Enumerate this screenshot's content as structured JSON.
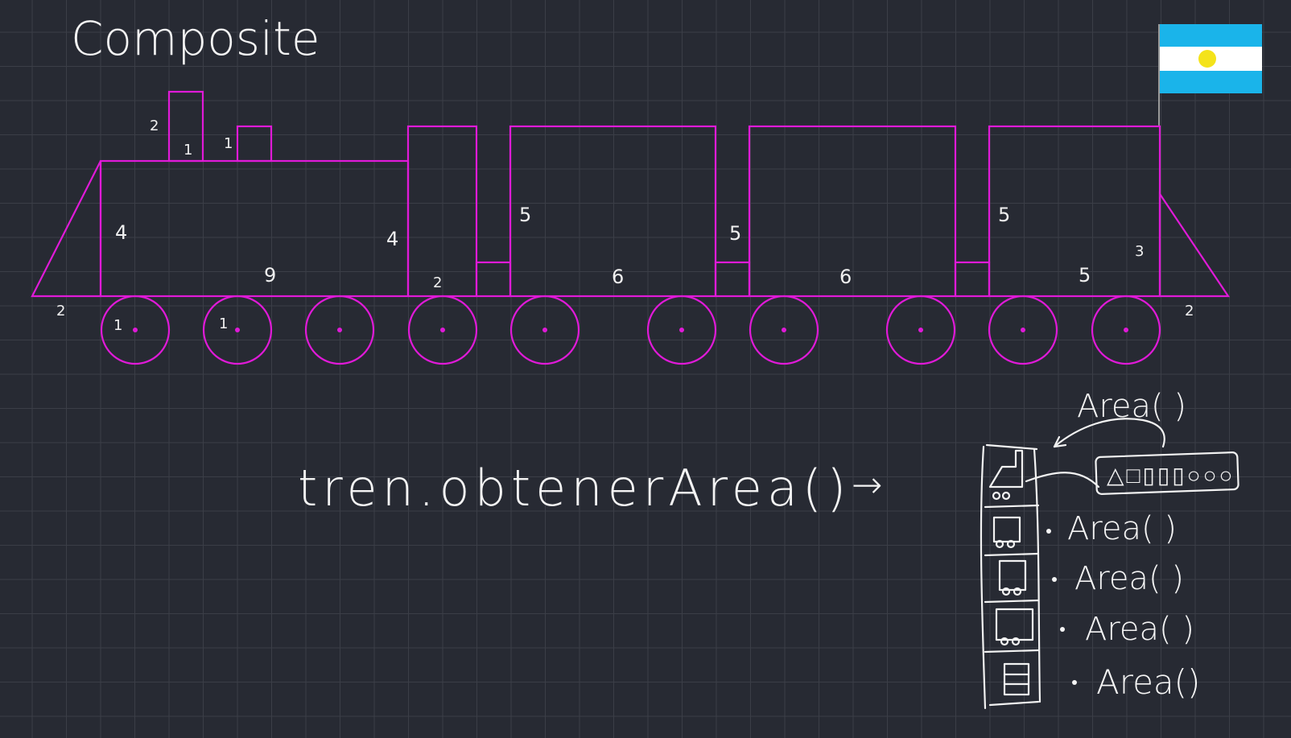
{
  "title": "Composite",
  "code_text": "tren.obtenerArea()",
  "arrow": "→",
  "dimensions": {
    "chimney_h": "2",
    "chimney_w": "1",
    "dome_gap": "1",
    "loco_h": "4",
    "loco_len": "9",
    "cab_h": "4",
    "cab_w": "2",
    "front_base": "2",
    "wheel_r1": "1",
    "wheel_r2": "1",
    "car1_h": "5",
    "car1_w": "6",
    "car2_h": "5",
    "car2_w": "6",
    "car3_h": "5",
    "car3_w": "5",
    "tail_h": "3",
    "tail_base": "2"
  },
  "tree": {
    "top_label": "Area( )",
    "group_shapes": "△□▯▯▯○○○",
    "children": [
      "Area( )",
      "Area( )",
      "Area( )",
      "Area()"
    ]
  },
  "flag": {
    "stripe_color": "#1ab4ea",
    "center_color": "#ffffff",
    "sun_color": "#f4e31a"
  },
  "colors": {
    "shape": "#e01ad8",
    "background": "#272a33",
    "ink": "#f2f2f2"
  }
}
